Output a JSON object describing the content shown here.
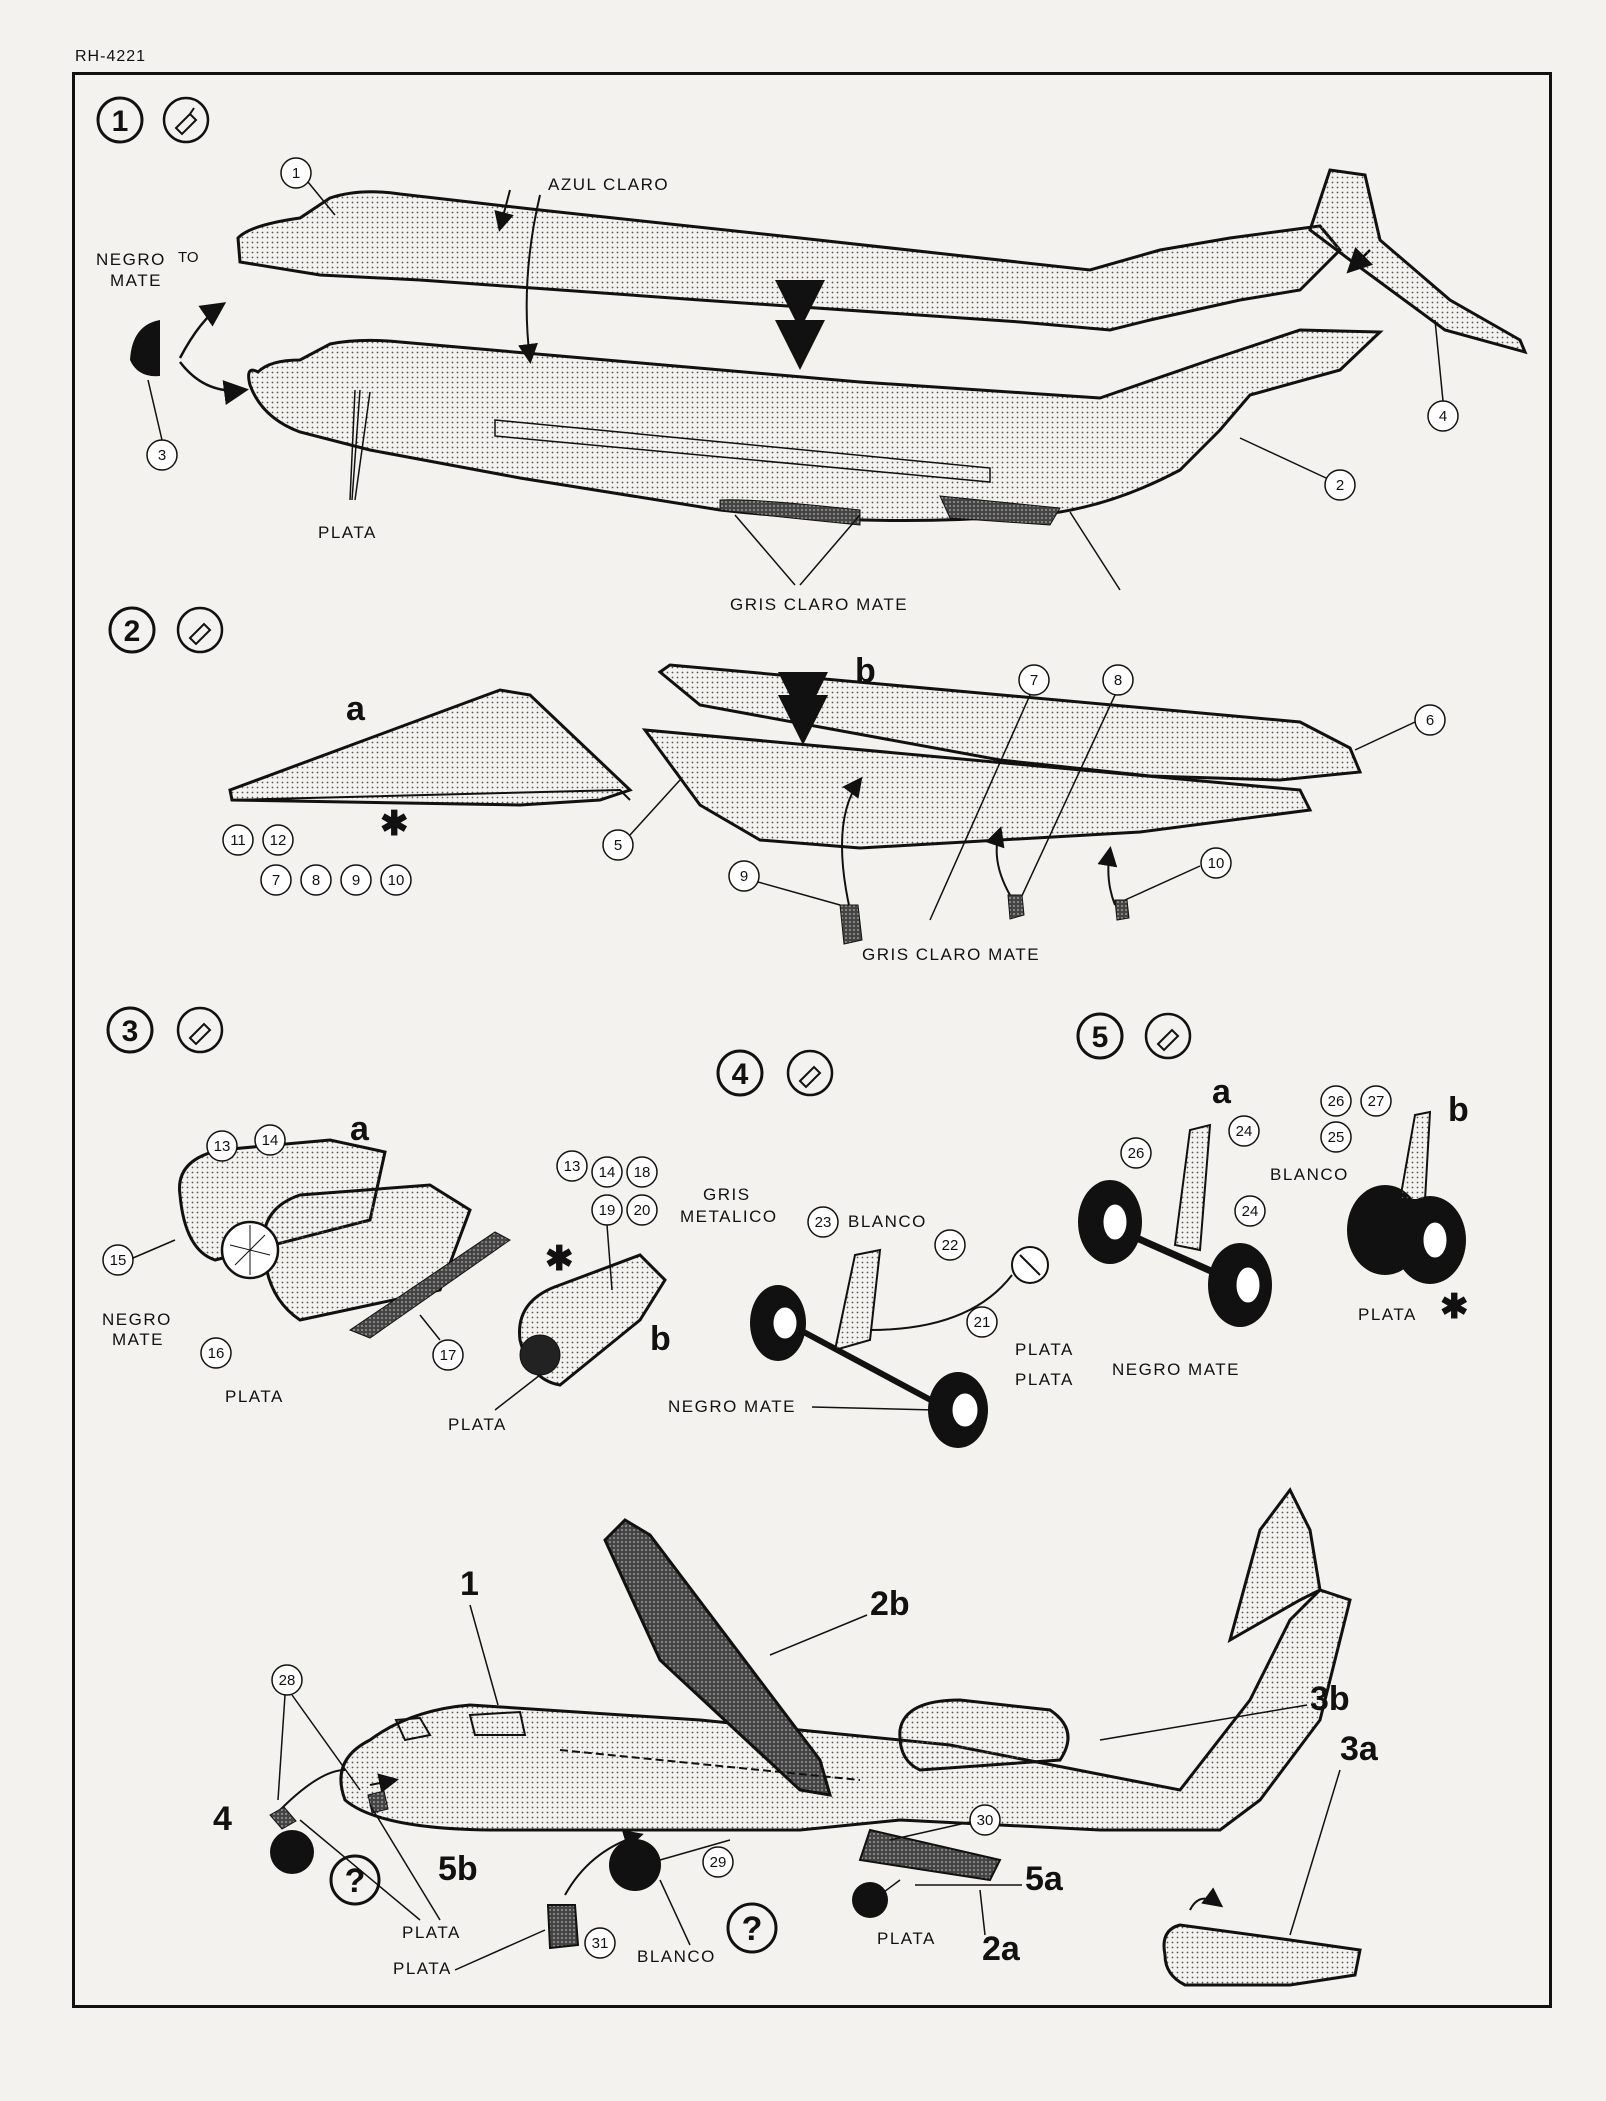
{
  "doc_code": "RH-4221",
  "steps": [
    "1",
    "2",
    "3",
    "4",
    "5"
  ],
  "step1": {
    "azul": "AZUL CLARO",
    "negro_mate_a": "NEGRO",
    "negro_mate_sup": "TO",
    "negro_mate_b": "MATE",
    "plata": "PLATA",
    "gris": "GRIS CLARO MATE",
    "parts": [
      "1",
      "2",
      "3",
      "4"
    ]
  },
  "step2": {
    "a": "a",
    "b": "b",
    "gris": "GRIS CLARO MATE",
    "left_parts": [
      "11",
      "12",
      "7",
      "8",
      "9",
      "10"
    ],
    "parts": [
      "5",
      "6",
      "7",
      "8",
      "9",
      "10"
    ],
    "star": "✱"
  },
  "step3": {
    "a": "a",
    "b": "b",
    "gris_a": "GRIS",
    "gris_b": "METALICO",
    "negro_a": "NEGRO",
    "negro_b": "MATE",
    "plata": "PLATA",
    "plata2": "PLATA",
    "parts": [
      "13",
      "14",
      "15",
      "16",
      "17"
    ],
    "b_parts": [
      "13",
      "14",
      "18",
      "19",
      "20"
    ],
    "star": "✱"
  },
  "step4": {
    "blanco": "BLANCO",
    "plata": "PLATA",
    "plata2": "PLATA",
    "negro": "NEGRO MATE",
    "parts": [
      "21",
      "22",
      "23"
    ]
  },
  "step5": {
    "a": "a",
    "b": "b",
    "blanco": "BLANCO",
    "plata": "PLATA",
    "negro": "NEGRO MATE",
    "parts": [
      "24",
      "25",
      "26",
      "26",
      "27",
      "24"
    ],
    "star": "✱"
  },
  "final": {
    "l1": "1",
    "l2b": "2b",
    "l3b": "3b",
    "l3a": "3a",
    "l4": "4",
    "l5b": "5b",
    "l5a": "5a",
    "l2a": "2a",
    "plata1": "PLATA",
    "plata2": "PLATA",
    "plata3": "PLATA",
    "blanco": "BLANCO",
    "q": "?",
    "parts": [
      "28",
      "29",
      "30",
      "31"
    ]
  }
}
